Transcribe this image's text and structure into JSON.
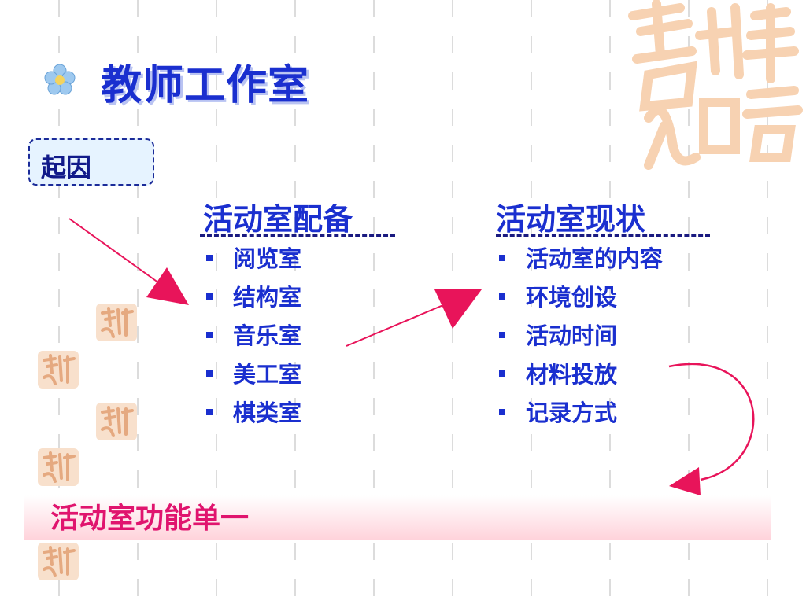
{
  "title": "教师工作室",
  "cause_label": "起因",
  "equipment": {
    "heading": "活动室配备",
    "items": [
      "阅览室",
      "结构室",
      "音乐室",
      "美工室",
      "棋类室"
    ]
  },
  "status": {
    "heading": "活动室现状",
    "items": [
      "活动室的内容",
      "环境创设",
      "活动时间",
      "材料投放",
      "记录方式"
    ]
  },
  "conclusion": "活动室功能单一",
  "colors": {
    "title": "#1a2fcf",
    "arrow": "#e8145a",
    "conclusion": "#e0146e",
    "seal": "#f5c9a4"
  },
  "icons": {
    "title_bullet": "flower-icon",
    "list_bullet": "square-bullet-icon",
    "decoration": "auspicious-seal-icon"
  }
}
